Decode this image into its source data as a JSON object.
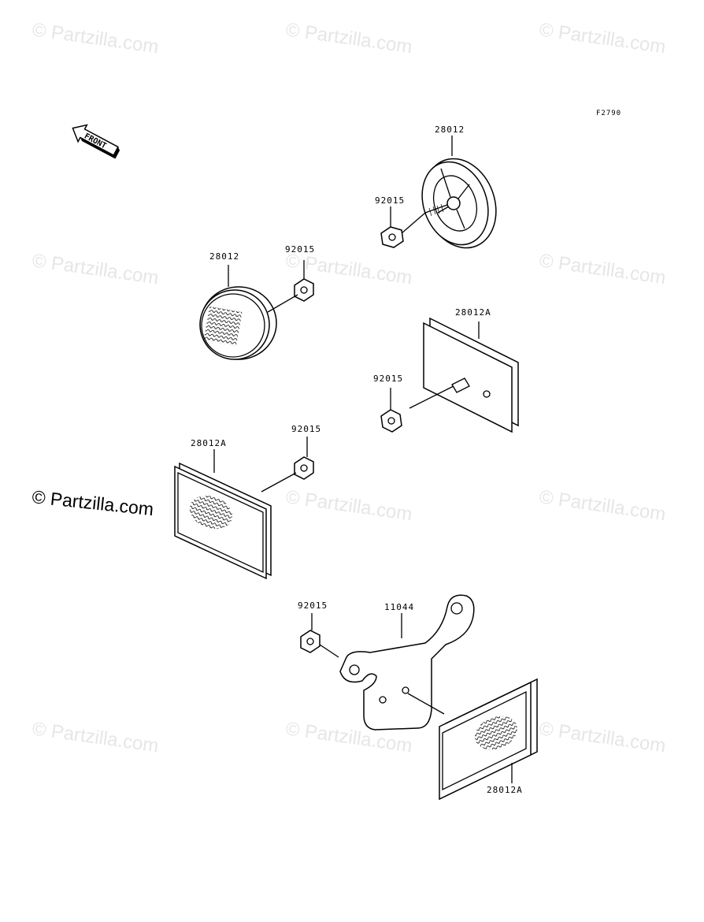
{
  "figure_code": "F2790",
  "front_label": "FRONT",
  "watermark_text": "© Partzilla.com",
  "brand_text": "© Partzilla.com",
  "labels": {
    "reflector_top_right": "28012",
    "nut_top_right": "92015",
    "reflector_round_left": "28012",
    "nut_round_left": "92015",
    "reflector_rect_right": "28012A",
    "nut_rect_right": "92015",
    "reflector_rect_left": "28012A",
    "nut_rect_left": "92015",
    "nut_bottom": "92015",
    "bracket": "11044",
    "reflector_bottom": "28012A"
  }
}
